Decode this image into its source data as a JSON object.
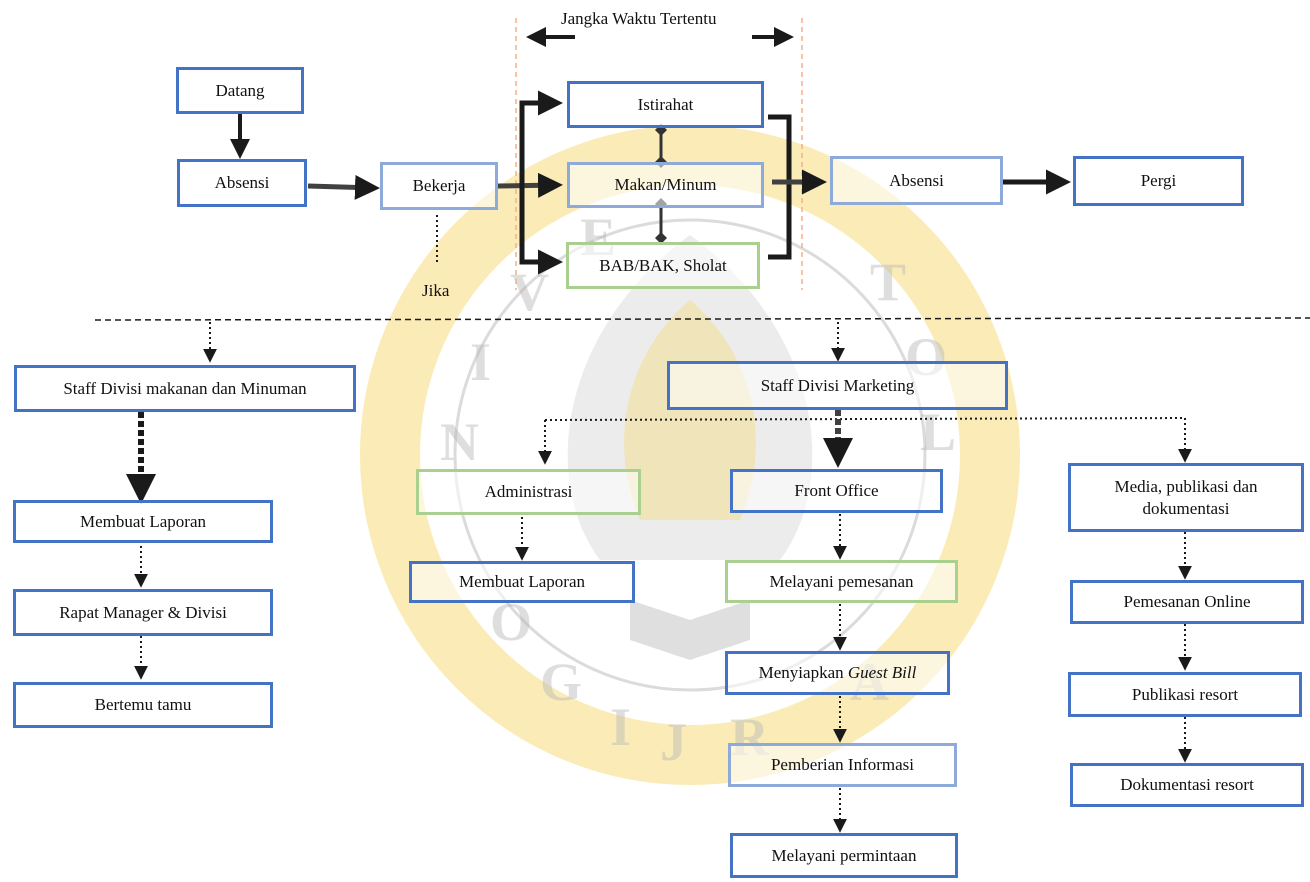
{
  "top_flow": {
    "period_label": "Jangka Waktu Tertentu",
    "datang": "Datang",
    "absensi_in": "Absensi",
    "bekerja": "Bekerja",
    "jika": "Jika",
    "istirahat": "Istirahat",
    "makan_minum": "Makan/Minum",
    "bab_bak": "BAB/BAK, Sholat",
    "absensi_out": "Absensi",
    "pergi": "Pergi"
  },
  "food_division": {
    "title": "Staff Divisi makanan dan Minuman",
    "steps": [
      "Membuat Laporan",
      "Rapat Manager & Divisi",
      "Bertemu tamu"
    ]
  },
  "marketing_division": {
    "title": "Staff Divisi Marketing",
    "administrasi": {
      "title": "Administrasi",
      "steps": [
        "Membuat Laporan"
      ]
    },
    "front_office": {
      "title": "Front Office",
      "step1": "Melayani pemesanan",
      "step2_prefix": "Menyiapkan ",
      "step2_italic": "Guest Bill",
      "step3": "Pemberian Informasi",
      "step4": "Melayani permintaan"
    },
    "media": {
      "title": "Media, publikasi dan dokumentasi",
      "steps": [
        "Pemesanan Online",
        "Publikasi resort",
        "Dokumentasi resort"
      ]
    }
  },
  "colors": {
    "box_border_blue": "#4472c4",
    "box_border_light_blue": "#8eaadb",
    "box_border_green": "#a9d08e",
    "dashed_guide_orange": "#f4b183",
    "arrow": "#1a1a1a",
    "watermark_gold": "#f5d76e"
  }
}
